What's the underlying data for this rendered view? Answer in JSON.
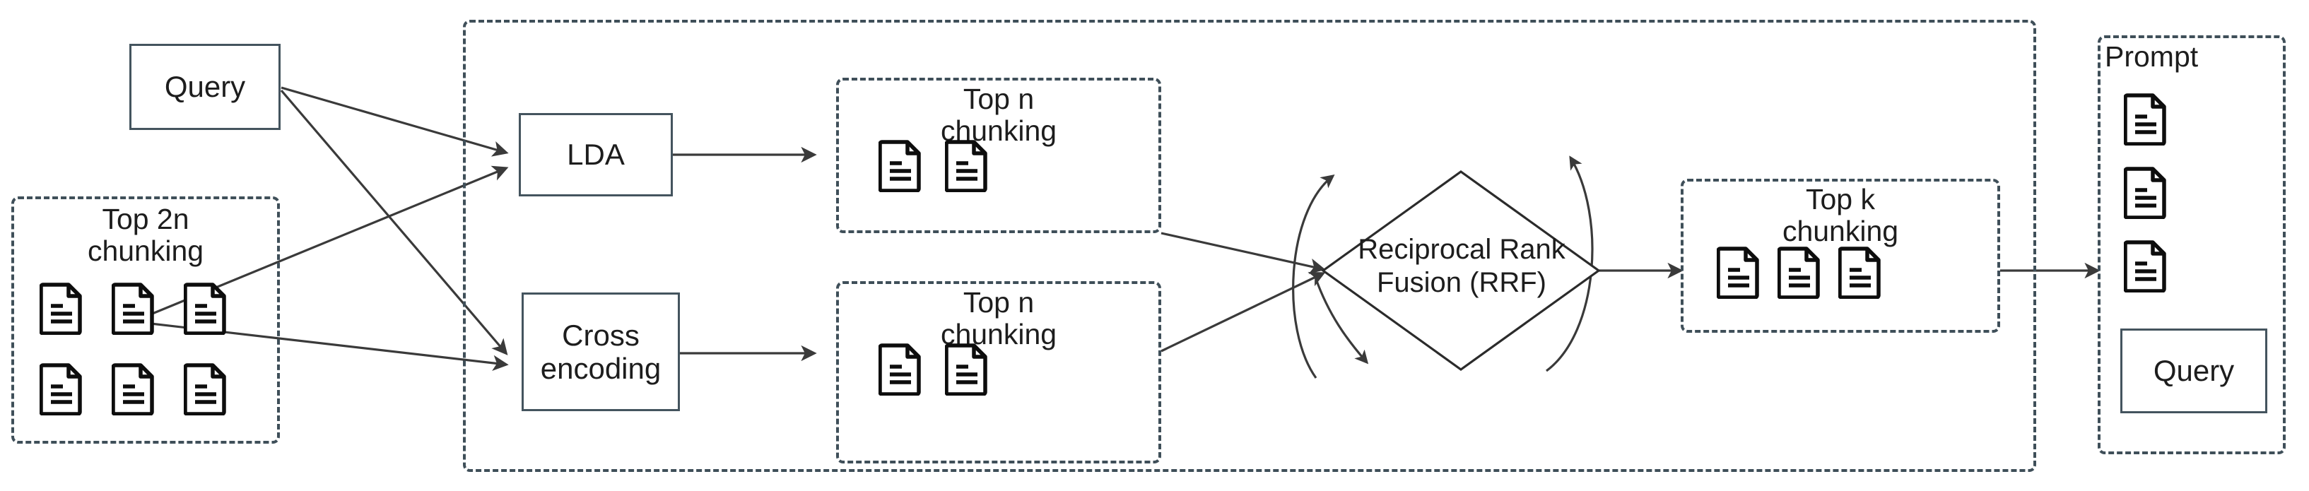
{
  "diagram": {
    "title": "Reciprocal Rank Fusion retrieval pipeline",
    "colors": {
      "stroke_solid": "#44545e",
      "stroke_dashed": "#3f4f59",
      "icon": "#0d0d0d",
      "text": "#1d1d1d",
      "background": "#ffffff"
    },
    "nodes": {
      "query_input": {
        "label": "Query",
        "shape": "rectangle"
      },
      "top_2n_chunking": {
        "label": "Top 2n\nchunking",
        "shape": "dashed-container",
        "doc_count": 6,
        "icon": "document-icon"
      },
      "lda": {
        "label": "LDA",
        "shape": "rectangle"
      },
      "cross_encoding": {
        "label": "Cross\nencoding",
        "shape": "rectangle"
      },
      "top_n_chunking_upper": {
        "label": "Top n\nchunking",
        "shape": "dashed-container",
        "doc_count": 2,
        "icon": "document-icon"
      },
      "top_n_chunking_lower": {
        "label": "Top n\nchunking",
        "shape": "dashed-container",
        "doc_count": 2,
        "icon": "document-icon"
      },
      "rrf": {
        "label": "Reciprocal Rank\nFusion (RRF)",
        "shape": "diamond"
      },
      "top_k_chunking": {
        "label": "Top k\nchunking",
        "shape": "dashed-container",
        "doc_count": 3,
        "icon": "document-icon"
      },
      "prompt": {
        "label": "Prompt",
        "shape": "dashed-container",
        "doc_count": 3,
        "icon": "document-icon",
        "query_label": "Query"
      },
      "pipeline_container": {
        "label": "",
        "shape": "dashed-container"
      }
    },
    "edges": [
      {
        "from": "query_input",
        "to": "lda",
        "style": "solid-arrow"
      },
      {
        "from": "query_input",
        "to": "cross_encoding",
        "style": "solid-arrow"
      },
      {
        "from": "top_2n_chunking",
        "to": "lda",
        "style": "solid-arrow"
      },
      {
        "from": "top_2n_chunking",
        "to": "cross_encoding",
        "style": "solid-arrow"
      },
      {
        "from": "lda",
        "to": "top_n_chunking_upper",
        "style": "solid-arrow"
      },
      {
        "from": "cross_encoding",
        "to": "top_n_chunking_lower",
        "style": "solid-arrow"
      },
      {
        "from": "top_n_chunking_upper",
        "to": "rrf",
        "style": "solid-arrow"
      },
      {
        "from": "top_n_chunking_lower",
        "to": "rrf",
        "style": "solid-arrow"
      },
      {
        "from": "rrf",
        "to": "top_k_chunking",
        "style": "solid-arrow"
      },
      {
        "from": "top_k_chunking",
        "to": "prompt",
        "style": "solid-arrow"
      },
      {
        "from": "rrf",
        "to": "rrf",
        "style": "curved-arc-left"
      },
      {
        "from": "rrf",
        "to": "rrf",
        "style": "curved-arc-right"
      }
    ]
  }
}
